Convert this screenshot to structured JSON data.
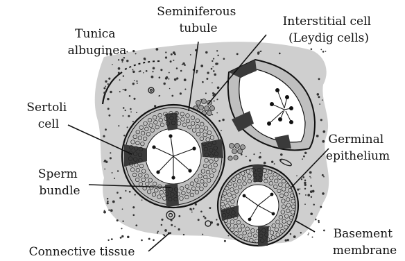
{
  "diagram": {
    "labels": {
      "seminiferous_tubule": [
        "Seminiferous",
        "tubule"
      ],
      "tunica_albuginea": [
        "Tunica",
        "albuginea"
      ],
      "interstitial_cell": [
        "Interstitial cell",
        "(Leydig cells)"
      ],
      "sertoli_cell": [
        "Sertoli",
        "cell"
      ],
      "germinal_epithelium": [
        "Germinal",
        "epithelium"
      ],
      "sperm_bundle": [
        "Sperm",
        "bundle"
      ],
      "basement_membrane": [
        "Basement",
        "membrane"
      ],
      "connective_tissue": [
        "Connective tissue"
      ]
    },
    "colors": {
      "tissue": "#cfcfcf",
      "epithelium": "#bfbfbf",
      "sertoli": "#3a3a3a",
      "ink": "#111111",
      "lumen": "#ffffff"
    }
  }
}
